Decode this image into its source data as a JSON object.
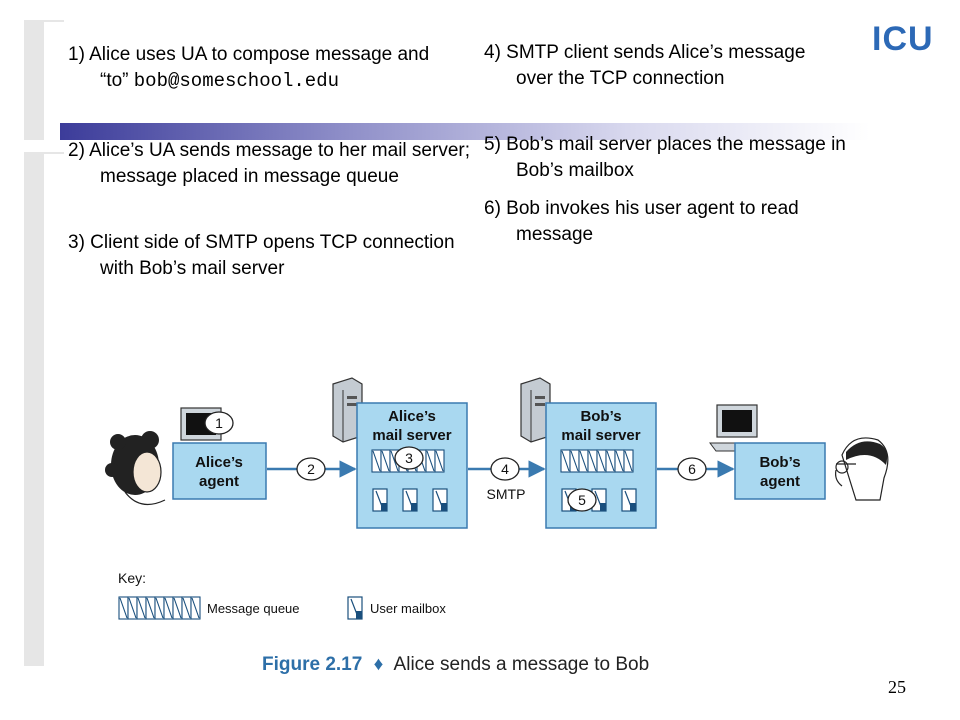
{
  "logo": {
    "text": "ICU",
    "color": "#2c69b6"
  },
  "steps_left": [
    {
      "text": "1) Alice uses UA to compose message and “to”",
      "code": "bob@someschool.edu"
    },
    {
      "text": "2) Alice’s UA sends message to her mail server; message placed in message queue"
    },
    {
      "text": "3) Client side of SMTP opens TCP connection with Bob’s mail server"
    }
  ],
  "steps_right": [
    {
      "text": "4) SMTP client sends Alice’s message over the TCP connection"
    },
    {
      "text": "5) Bob’s mail server places the message in Bob’s mailbox"
    },
    {
      "text": "6) Bob invokes his user agent to read message"
    }
  ],
  "figure": {
    "alice_agent": [
      "Alice’s",
      "agent"
    ],
    "alice_server": [
      "Alice’s",
      "mail server"
    ],
    "bob_server": [
      "Bob’s",
      "mail server"
    ],
    "bob_agent": [
      "Bob’s",
      "agent"
    ],
    "protocol": "SMTP",
    "markers": [
      "1",
      "2",
      "3",
      "4",
      "5",
      "6"
    ],
    "key_title": "Key:",
    "key_queue": "Message queue",
    "key_mailbox": "User mailbox",
    "caption_num": "Figure 2.17",
    "caption_sep": "♦",
    "caption_text": "Alice sends a message to Bob",
    "colors": {
      "box": "#a9d8f0",
      "box_border": "#3a7ab0",
      "arrow": "#3a7ab0",
      "caption": "#2d6fa8"
    }
  },
  "page_number": "25"
}
